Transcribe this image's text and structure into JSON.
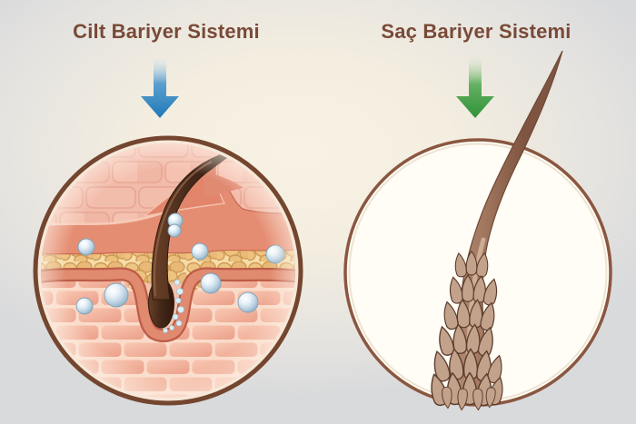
{
  "page": {
    "background_center_color": "#f8f2e5",
    "background_edge_color": "#d9dadc",
    "title_color": "#794a37"
  },
  "panels": [
    {
      "id": "skin",
      "title": "Cilt Bariyer Sistemi",
      "arrow_color": "#2a80bd",
      "illustration_label": "skin cross-section with brick-like cells, lipid layer, hair follicle and moisture bubbles",
      "circle_border_color": "#74462f"
    },
    {
      "id": "hair",
      "title": "Saç Bariyer Sistemi",
      "arrow_color": "#35953c",
      "illustration_label": "magnified hair strand with cuticle scales inside a white circle",
      "circle_border_color": "#8a5740"
    }
  ],
  "colors": {
    "skin_brick_pink": "#f2baa9",
    "skin_band_salmon": "#e08a70",
    "lipid_layer_tan": "#f6dda9",
    "hair_shaft_dark_brown": "#45291a",
    "hair_strand_taupe": "#a1765f",
    "bubble_blue": "#bcd3e2"
  }
}
